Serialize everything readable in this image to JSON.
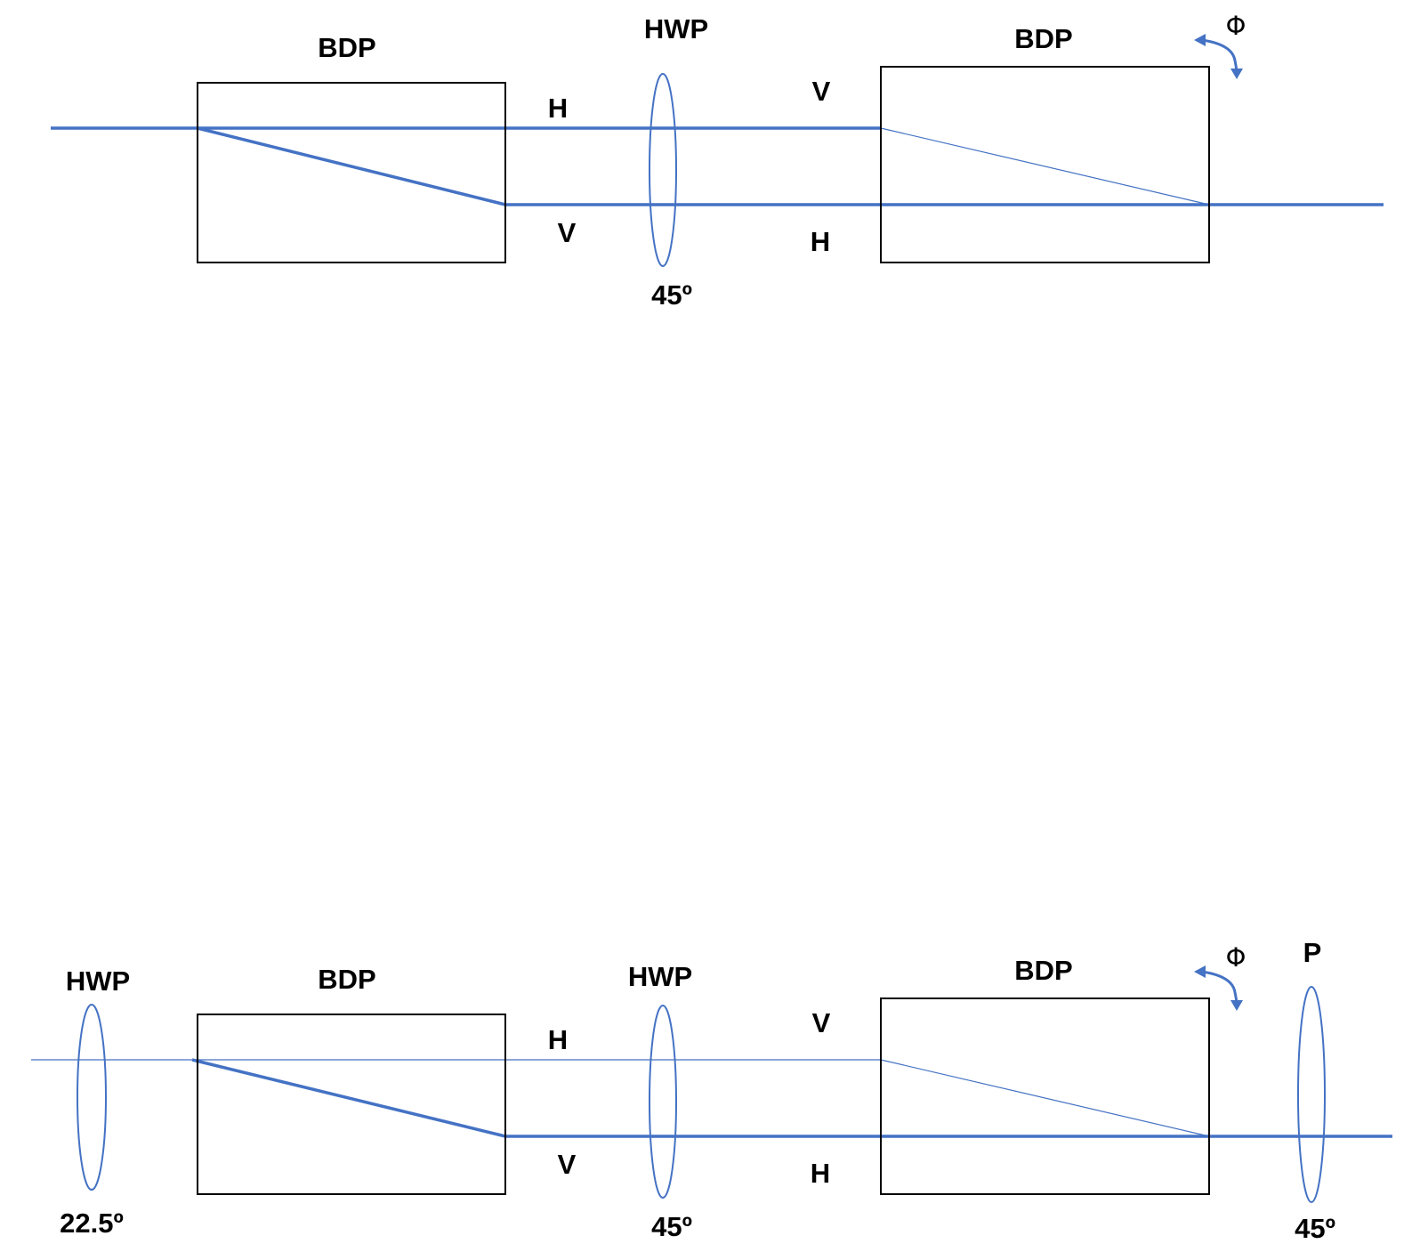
{
  "top_setup": {
    "bdp1_label": "BDP",
    "hwp_label": "HWP",
    "hwp_angle": "45º",
    "bdp2_label": "BDP",
    "phi_label": "Φ",
    "h_before_hwp": "H",
    "v_before_hwp": "V",
    "v_after_hwp": "V",
    "h_after_hwp": "H"
  },
  "bottom_setup": {
    "hwp_in_label": "HWP",
    "hwp_in_angle": "22.5º",
    "bdp1_label": "BDP",
    "hwp_label": "HWP",
    "hwp_angle": "45º",
    "bdp2_label": "BDP",
    "phi_label": "Φ",
    "polarizer_label": "P",
    "polarizer_angle": "45º",
    "h_before_hwp": "H",
    "v_before_hwp": "V",
    "v_after_hwp": "V",
    "h_after_hwp": "H"
  },
  "colors": {
    "beam": "#4472c4",
    "outline": "#000000"
  }
}
